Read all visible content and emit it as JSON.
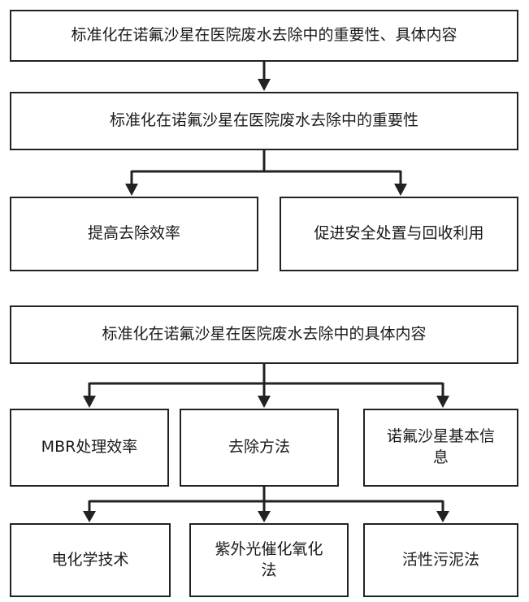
{
  "diagram": {
    "root": {
      "label": "标准化在诺氟沙星在医院废水去除中的重要性、具体内容"
    },
    "importance": {
      "label": "标准化在诺氟沙星在医院废水去除中的重要性",
      "children": [
        {
          "label": "提高去除效率"
        },
        {
          "label": "促进安全处置与回收利用"
        }
      ]
    },
    "content": {
      "label": "标准化在诺氟沙星在医院废水去除中的具体内容",
      "children": [
        {
          "label": "MBR处理效率"
        },
        {
          "label": "去除方法"
        },
        {
          "label": "诺氟沙星基本信息"
        }
      ],
      "methods": [
        {
          "label": "电化学技术"
        },
        {
          "label": "紫外光催化氧化法"
        },
        {
          "label": "活性污泥法"
        }
      ]
    },
    "colors": {
      "stroke": "#222222",
      "background": "#ffffff",
      "text": "#1a1a1a"
    }
  }
}
